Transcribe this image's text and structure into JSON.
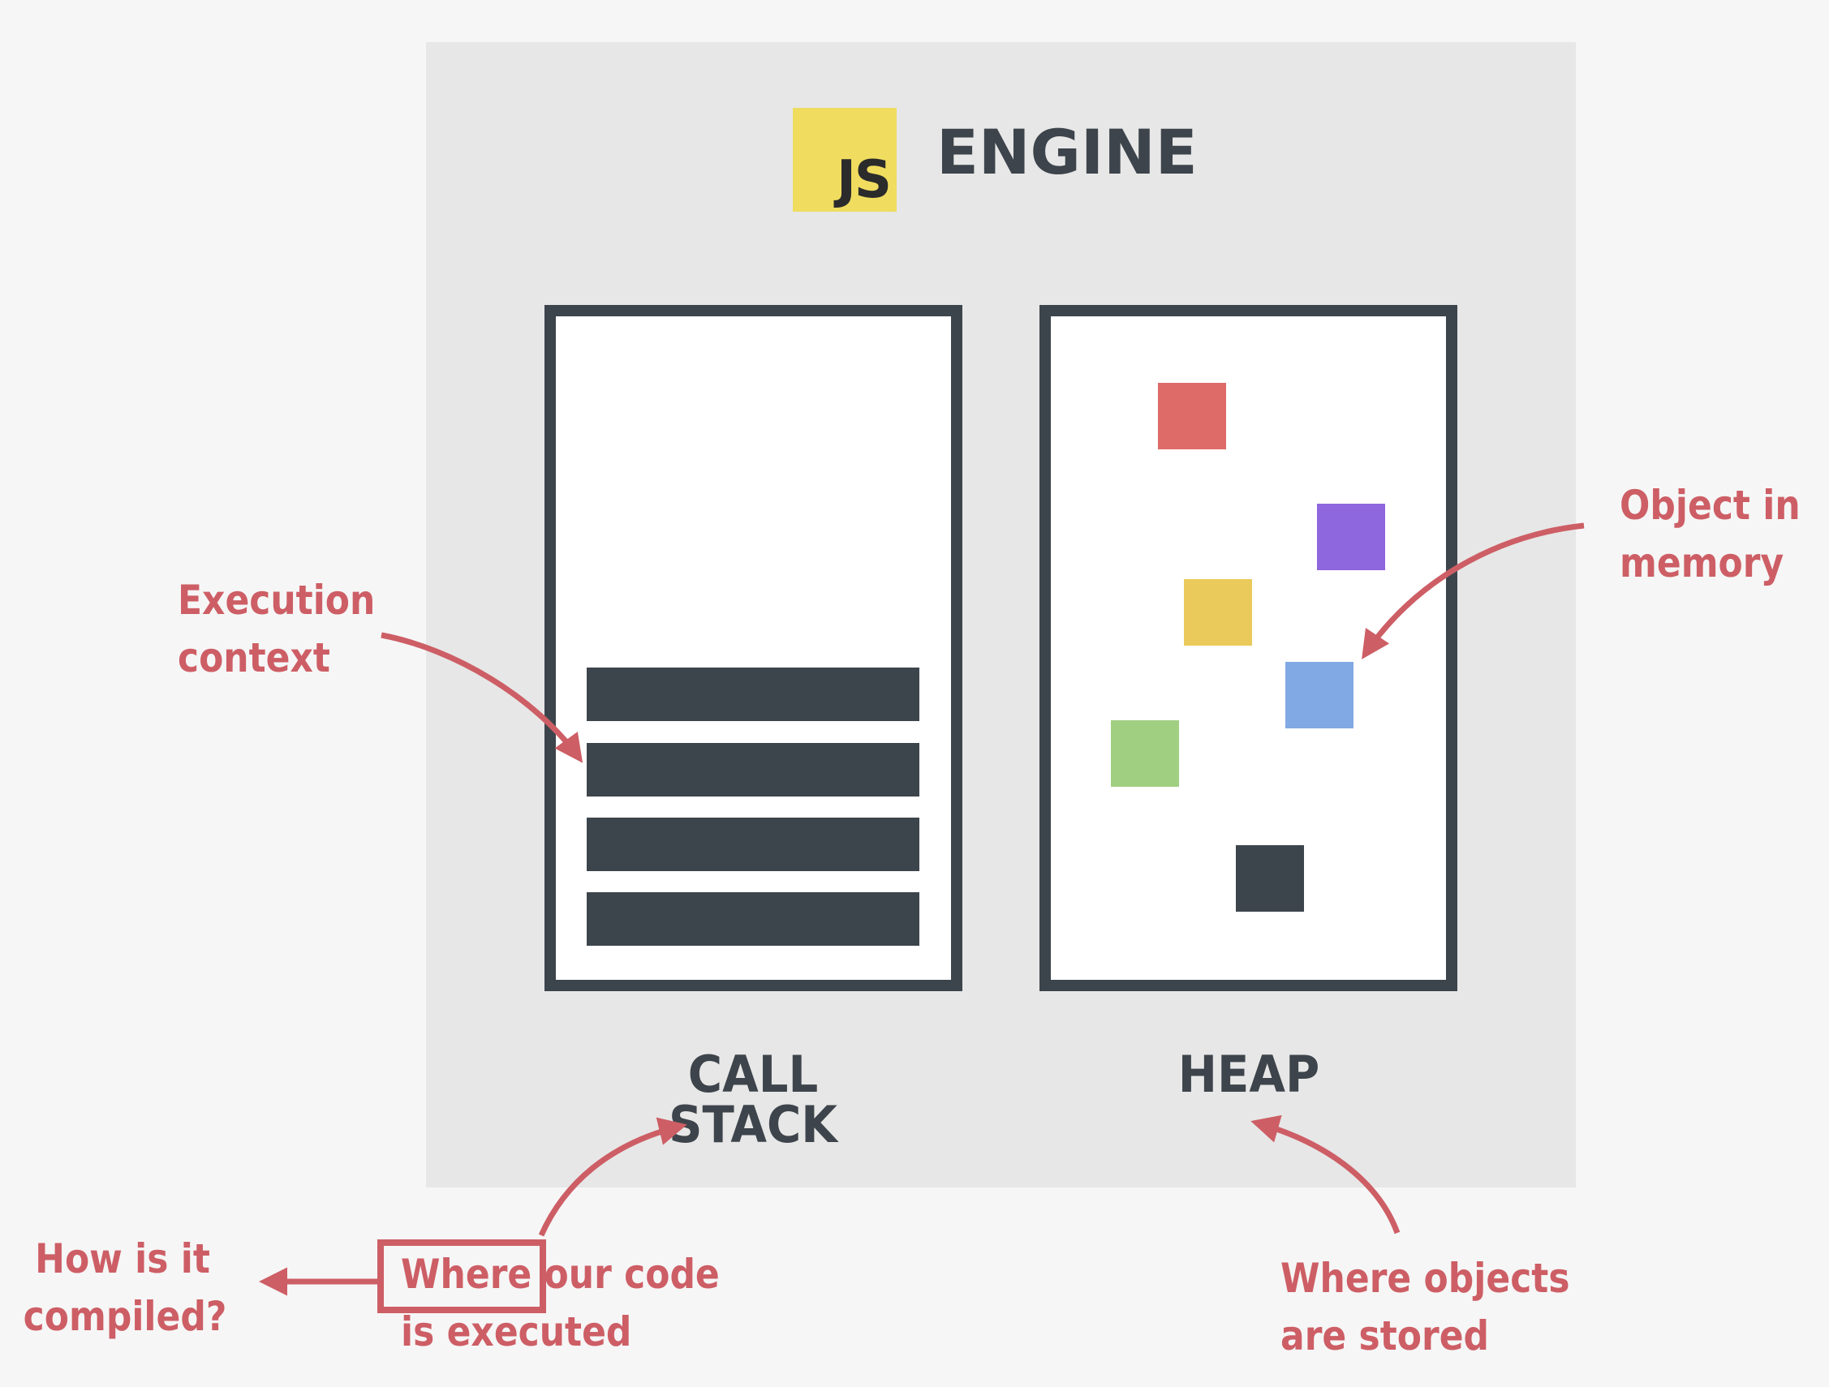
{
  "engine": {
    "logo_text": "JS",
    "title": "ENGINE",
    "panel_color": "#e7e7e7",
    "logo_color": "#f0dc5f"
  },
  "call_stack": {
    "label": "CALL STACK",
    "execution_context_frames": 4,
    "frame_color": "#3d454c"
  },
  "heap": {
    "label": "HEAP",
    "objects": [
      {
        "name": "red-object",
        "color": "#de6b68"
      },
      {
        "name": "purple-object",
        "color": "#8e66de"
      },
      {
        "name": "yellow-object",
        "color": "#ebca5c"
      },
      {
        "name": "blue-object",
        "color": "#81a9e3"
      },
      {
        "name": "green-object",
        "color": "#a0cf82"
      },
      {
        "name": "dark-object",
        "color": "#3d454c"
      }
    ]
  },
  "annotations": {
    "execution_context": [
      "Execution",
      "context"
    ],
    "object_in_memory": [
      "Object in",
      "memory"
    ],
    "where_code_executed": [
      "Where our code",
      "is executed"
    ],
    "where_objects_stored": [
      "Where objects",
      "are stored"
    ],
    "how_compiled": [
      "How is it",
      "compiled?"
    ],
    "accent_color": "#cd5e65"
  }
}
